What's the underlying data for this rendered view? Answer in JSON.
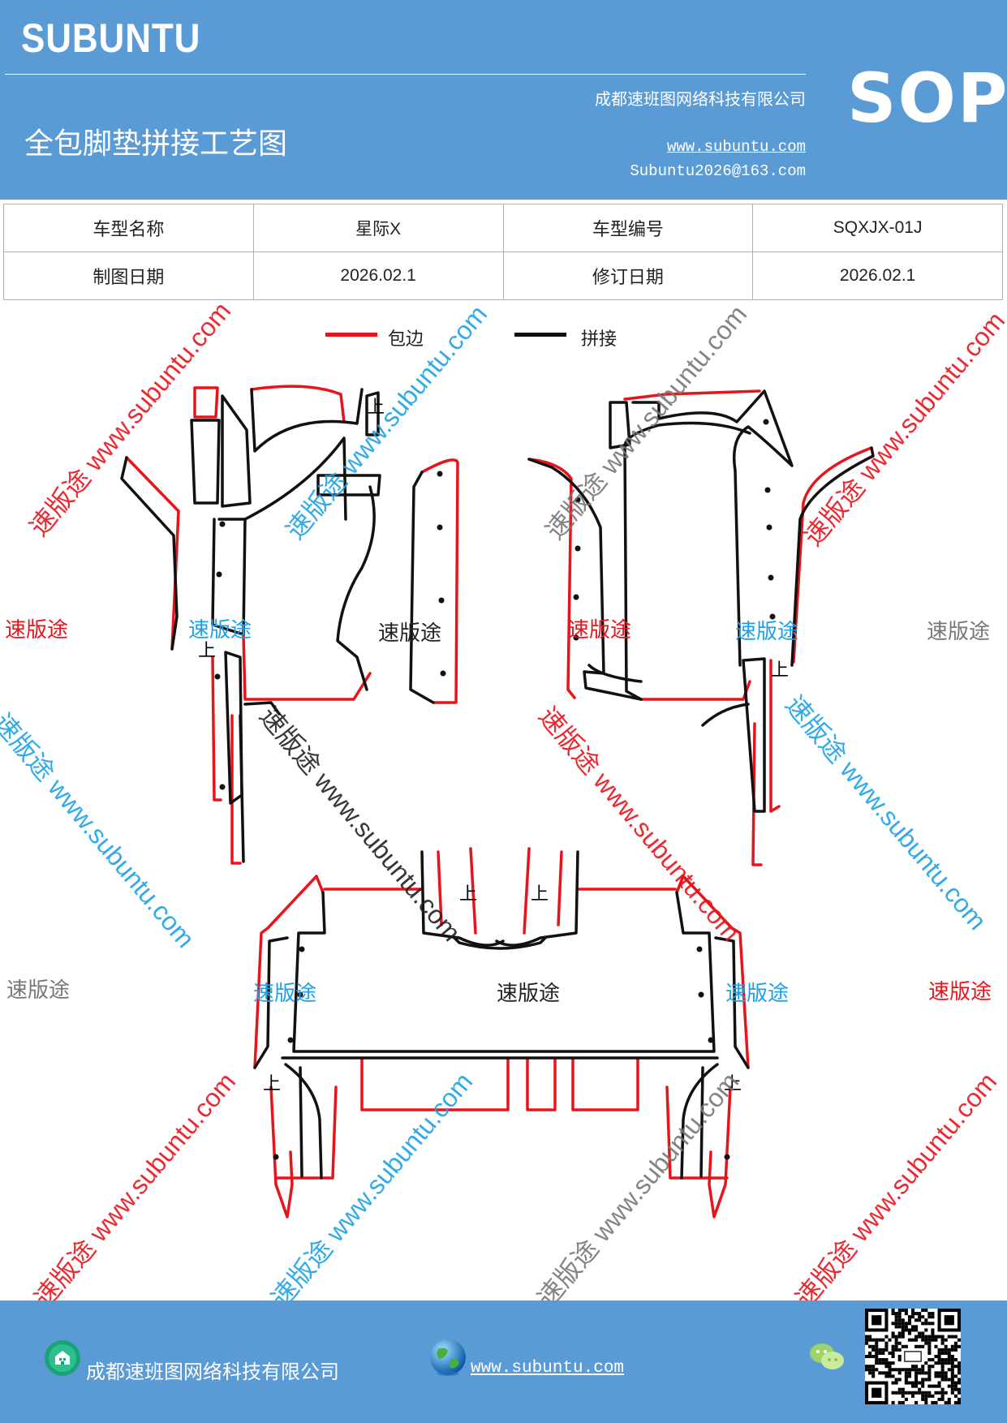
{
  "header": {
    "brand": "SUBUNTU",
    "company": "成都速班图网络科技有限公司",
    "title": "全包脚垫拼接工艺图",
    "website": "www.subuntu.com",
    "email": "Subuntu2026@163.com",
    "badge": "SOP"
  },
  "info_table": {
    "model_name_label": "车型名称",
    "model_name_value": "星际X",
    "model_code_label": "车型编号",
    "model_code_value": "SQXJX-01J",
    "draw_date_label": "制图日期",
    "draw_date_value": "2026.02.1",
    "revise_date_label": "修订日期",
    "revise_date_value": "2026.02.1"
  },
  "legend": {
    "edge_label": "包边",
    "edge_color": "#e8141c",
    "joint_label": "拼接",
    "joint_color": "#111111"
  },
  "watermarks": {
    "brand_cn": "速版途",
    "diag_text": "速版途 www.subuntu.com",
    "mark_up": "上",
    "red": "#e8141c",
    "blue": "#1da1e6",
    "gray": "#777777",
    "black": "#222222"
  },
  "footer": {
    "company": "成都速班图网络科技有限公司",
    "website": "www.subuntu.com",
    "qr_icon": "qr-code",
    "wechat_icon": "wechat-icon",
    "globe_icon": "globe-icon",
    "building_icon": "building-icon"
  }
}
